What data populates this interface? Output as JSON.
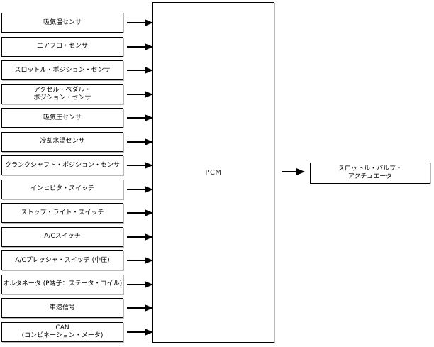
{
  "diagram": {
    "pcm_label": "PCM",
    "inputs": [
      {
        "lines": [
          "吸気温センサ"
        ]
      },
      {
        "lines": [
          "エアフロ・センサ"
        ]
      },
      {
        "lines": [
          "スロットル・ポジション・センサ"
        ]
      },
      {
        "lines": [
          "アクセル・ペダル・",
          "ポジション・センサ"
        ]
      },
      {
        "lines": [
          "吸気圧センサ"
        ]
      },
      {
        "lines": [
          "冷却水温センサ"
        ]
      },
      {
        "lines": [
          "クランクシャフト・ポジション・センサ"
        ]
      },
      {
        "lines": [
          "インヒビタ・スイッチ"
        ]
      },
      {
        "lines": [
          "ストップ・ライト・スイッチ"
        ]
      },
      {
        "lines": [
          "A/Cスイッチ"
        ]
      },
      {
        "lines": [
          "A/Cプレッシャ・スイッチ (中圧)"
        ]
      },
      {
        "lines": [
          "オルタネータ (P端子：ステータ・コイル)"
        ]
      },
      {
        "lines": [
          "車速信号"
        ]
      },
      {
        "lines": [
          "CAN",
          "(コンビネーション・メータ)"
        ]
      }
    ],
    "output": {
      "lines": [
        "スロットル・バルブ・",
        "アクチュエータ"
      ]
    },
    "colors": {
      "background": "#ffffff",
      "border": "#000000",
      "arrow": "#000000",
      "text": "#000000"
    }
  }
}
